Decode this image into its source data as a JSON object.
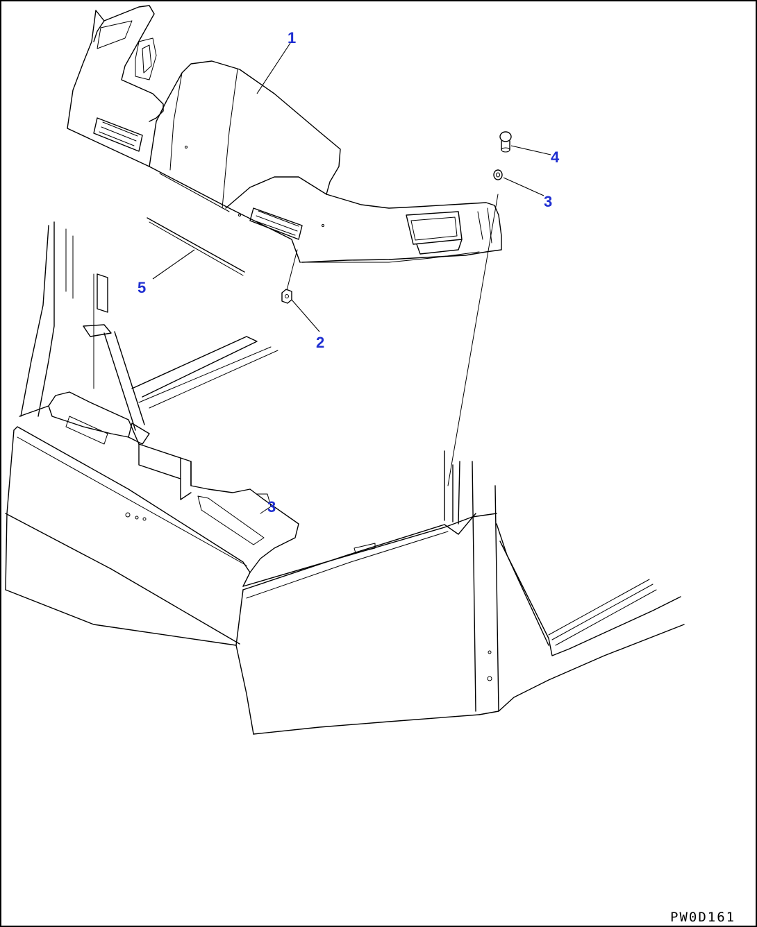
{
  "drawing": {
    "drawing_code": "PW0D161",
    "callout_color": "#1f2fd1",
    "line_color": "#000000",
    "background": "#ffffff"
  },
  "callouts": [
    {
      "id": "c1",
      "label": "1"
    },
    {
      "id": "c2",
      "label": "2"
    },
    {
      "id": "c3a",
      "label": "3"
    },
    {
      "id": "c3b",
      "label": "3"
    },
    {
      "id": "c4",
      "label": "4"
    },
    {
      "id": "c5",
      "label": "5"
    }
  ]
}
